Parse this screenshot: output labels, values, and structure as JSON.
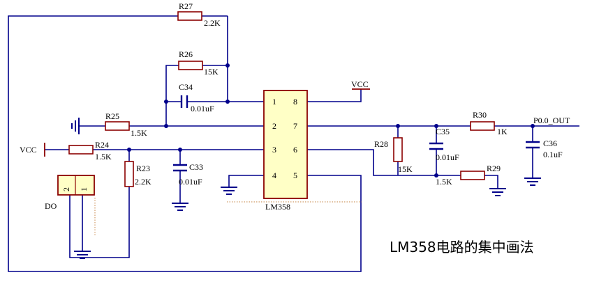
{
  "colors": {
    "wire": "#00008b",
    "part": "#8b0000",
    "text": "#000000",
    "body": "#ffffc6",
    "pin": "#c00000"
  },
  "components": {
    "R27": {
      "ref": "R27",
      "value": "2.2K"
    },
    "R26": {
      "ref": "R26",
      "value": "15K"
    },
    "C34": {
      "ref": "C34",
      "value": "0.01uF"
    },
    "R25": {
      "ref": "R25",
      "value": "1.5K"
    },
    "R24": {
      "ref": "R24",
      "value": "1.5K"
    },
    "R23": {
      "ref": "R23",
      "value": "2.2K"
    },
    "C33": {
      "ref": "C33",
      "value": "0.01uF"
    },
    "R28": {
      "ref": "R28",
      "value": "15K"
    },
    "C35": {
      "ref": "C35",
      "value": "0.01uF"
    },
    "R29": {
      "ref": "R29",
      "value": "1.5K"
    },
    "R30": {
      "ref": "R30",
      "value": "1K"
    },
    "C36": {
      "ref": "C36",
      "value": "0.1uF"
    }
  },
  "ic": {
    "name": "LM358",
    "pins": [
      "1",
      "2",
      "3",
      "4",
      "8",
      "7",
      "6",
      "5"
    ]
  },
  "connector": {
    "name": "DO",
    "pins": [
      "2",
      "1"
    ]
  },
  "nets": {
    "vcc_top": "VCC",
    "vcc_left": "VCC",
    "output": "P0.0_OUT"
  },
  "caption": "LM358电路的集中画法"
}
